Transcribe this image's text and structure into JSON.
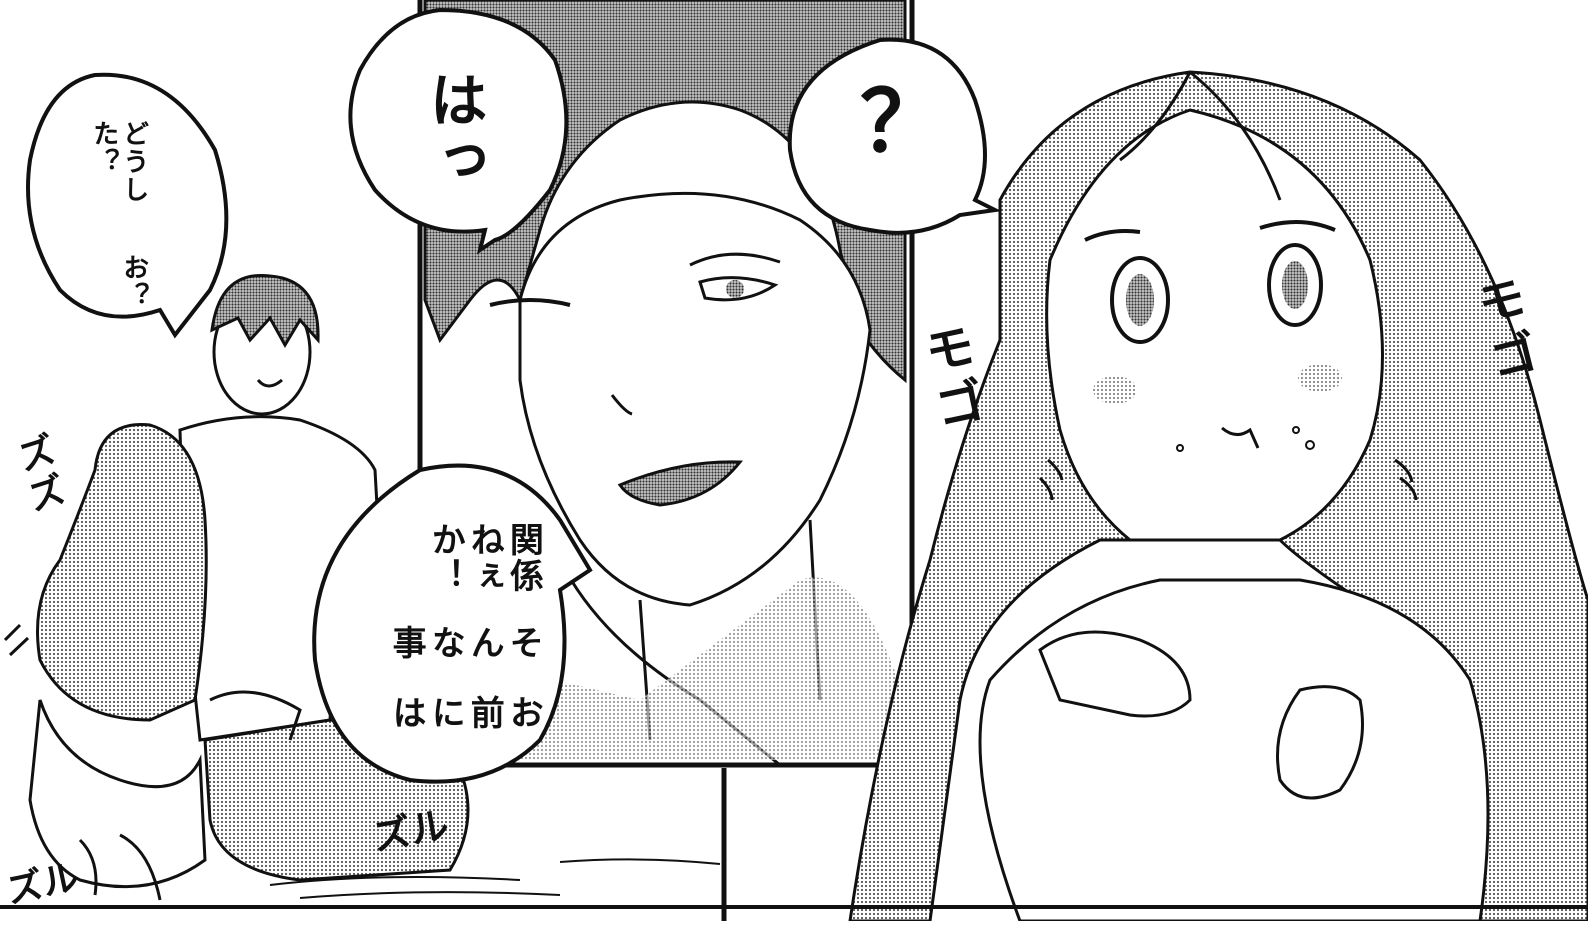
{
  "speech": {
    "oh_what": [
      "お？",
      "どうした？"
    ],
    "ha": "はっ",
    "question": "？",
    "none_of_your_business": [
      "お前には",
      "そんな事",
      "関係ねぇか！"
    ]
  },
  "sfx": {
    "mogu_center": [
      "モ",
      "ゴ"
    ],
    "mogu_right": [
      "モ",
      "ゴ"
    ],
    "zuzu": [
      "ズ",
      "ズ"
    ],
    "zuru_bottom": "ズル",
    "zuru_corner": "ズル"
  },
  "colors": {
    "ink": "#111111",
    "tone": "#bdbdbd",
    "hair_tone": "#8f8f8f",
    "paper": "#ffffff"
  }
}
